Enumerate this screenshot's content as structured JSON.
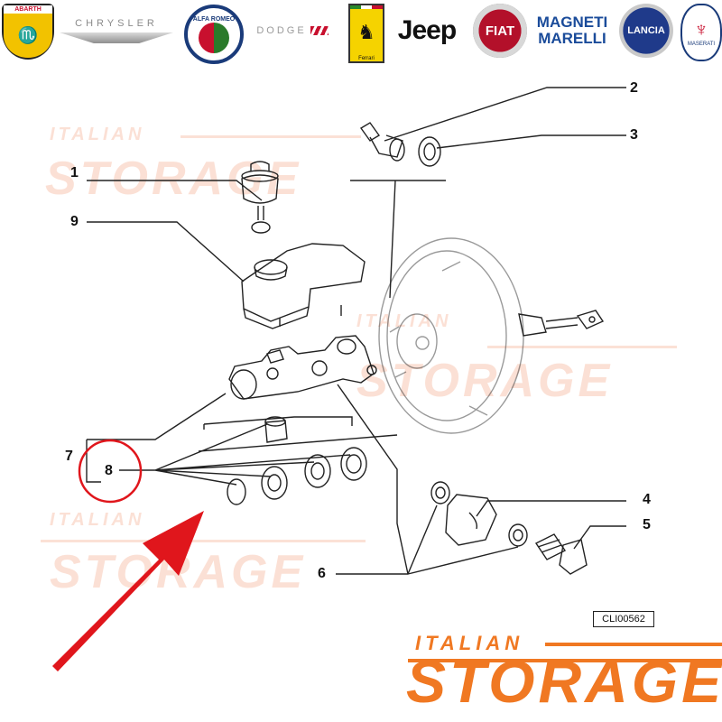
{
  "brands": {
    "abarth": "ABARTH",
    "chrysler": "CHRYSLER",
    "alfa_romeo": "ALFA ROMEO",
    "dodge": "DODGE",
    "ferrari": "Ferrari",
    "jeep": "Jeep",
    "fiat": "FIAT",
    "magneti_marelli_1": "MAGNETI",
    "magneti_marelli_2": "MARELLI",
    "lancia": "LANCIA",
    "maserati": "MASERATI"
  },
  "watermark": {
    "line1": "ITALIAN",
    "line2": "STORAGE"
  },
  "callouts": {
    "c1": "1",
    "c2": "2",
    "c3": "3",
    "c4": "4",
    "c5": "5",
    "c6": "6",
    "c7": "7",
    "c8": "8",
    "c9": "9"
  },
  "reference_code": "CLI00562",
  "brand_footer": {
    "line1": "ITALIAN",
    "line2": "STORAGE"
  },
  "colors": {
    "brand_orange": "#f07822",
    "highlight_red": "#e0161c",
    "line": "#222222"
  }
}
